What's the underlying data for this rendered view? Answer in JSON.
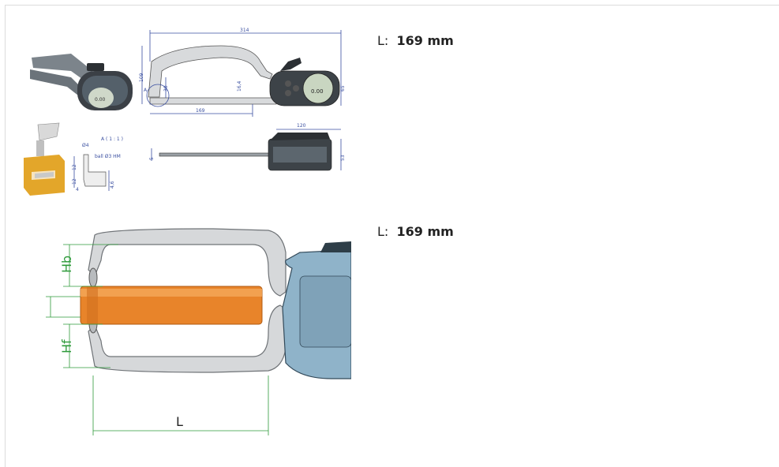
{
  "specs": [
    {
      "label": "L:",
      "value": "169 mm"
    },
    {
      "label": "L:",
      "value": "169 mm"
    }
  ],
  "drawing_top": {
    "dim_314": "314",
    "dim_109": "109",
    "dim_30": "30",
    "dim_16_4": "16,4",
    "dim_65": "65",
    "dim_169": "169",
    "detail_marker": "A",
    "display_value": "0.00"
  },
  "drawing_middle": {
    "detail_title": "A ( 1 : 1 )",
    "dim_d4": "Ø4",
    "ball_note": "ball Ø3 HM",
    "dim_12a": "12",
    "dim_12b": "12",
    "dim_4": "4",
    "dim_4_6": "4,6",
    "dim_5": "5",
    "dim_120": "120",
    "dim_53": "53"
  },
  "diagram": {
    "label_hb": "Hb",
    "label_hf": "Hf",
    "label_l": "L"
  },
  "colors": {
    "dimension_blue": "#3a4fa0",
    "dimension_green": "#2e9a3a",
    "gauge_body": "#8fb3c9",
    "workpiece_orange": "#e8842a",
    "jaw_gray": "#d6d8da"
  }
}
